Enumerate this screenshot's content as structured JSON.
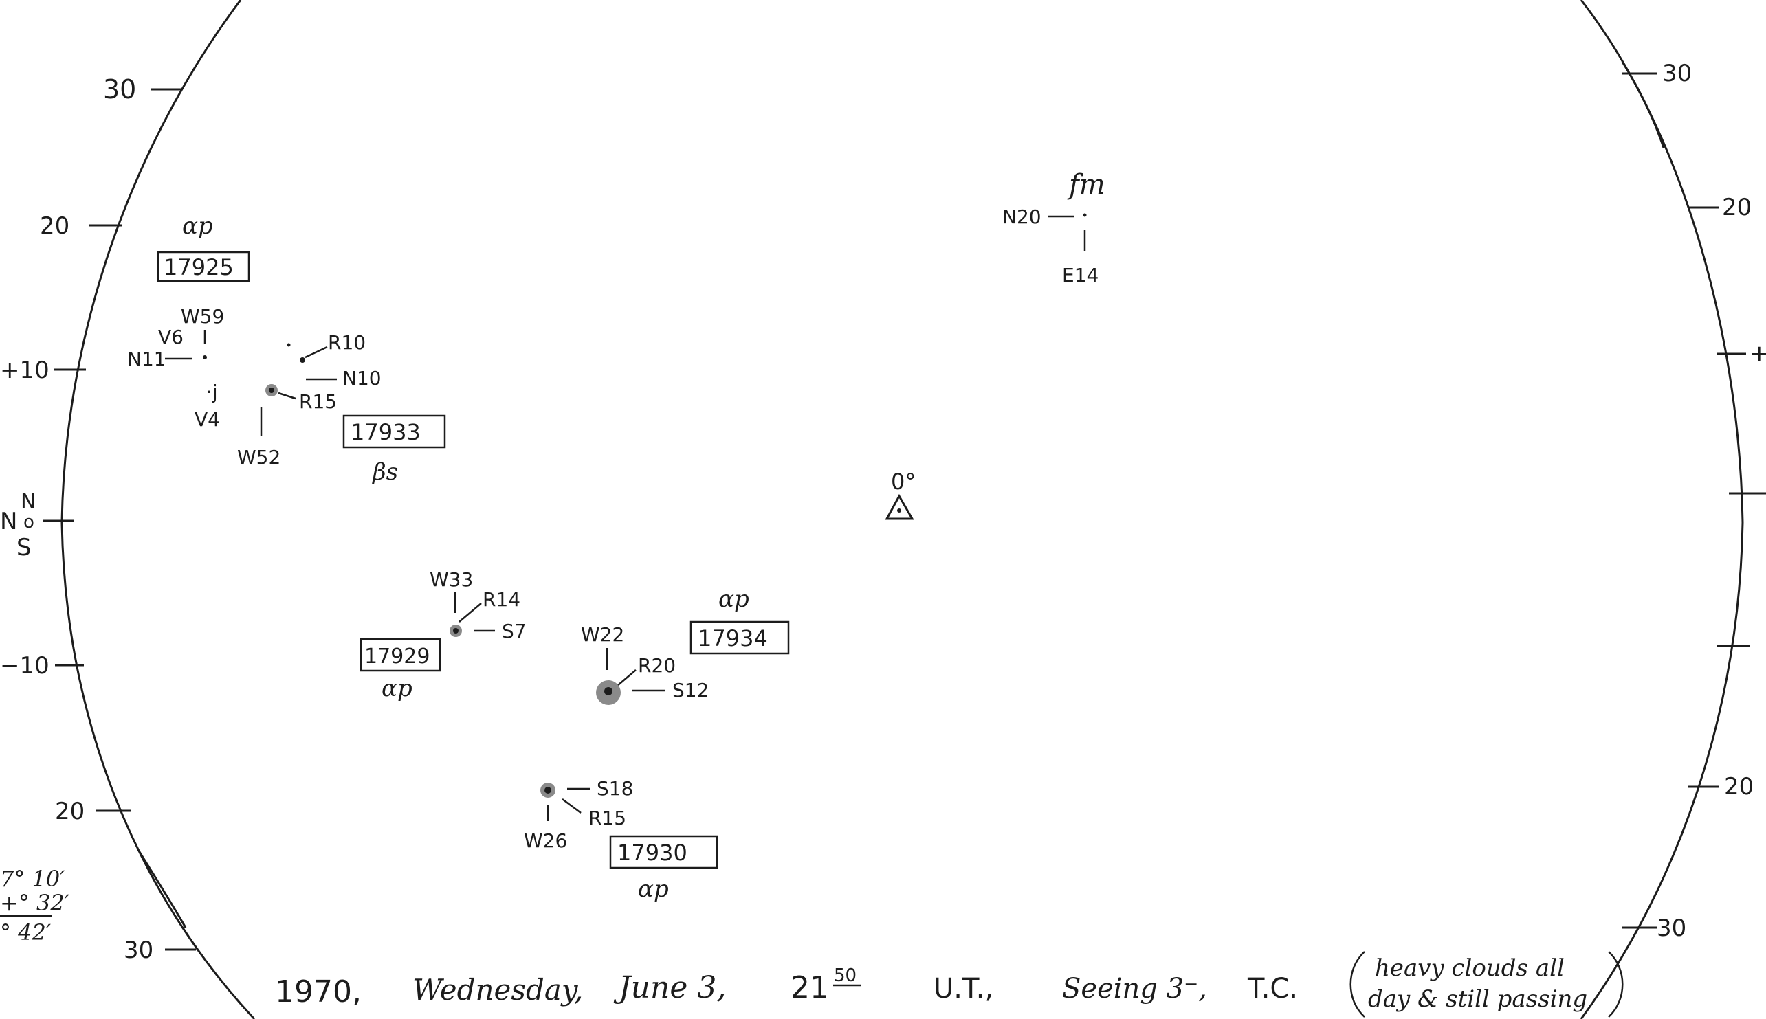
{
  "latitude_scale_left": {
    "ticks": [
      {
        "label": "30",
        "lat": 30
      },
      {
        "label": "20",
        "lat": 20
      },
      {
        "label": "+10",
        "lat": 10
      },
      {
        "label": "−10",
        "lat": -10
      },
      {
        "label": "20",
        "lat": -20
      },
      {
        "label": "30",
        "lat": -30
      }
    ],
    "equator": {
      "left_letter": "N",
      "north_letter": "N",
      "zero": "o",
      "south_letter": "S"
    }
  },
  "latitude_scale_right": {
    "ticks": [
      {
        "label": "30",
        "lat": 30
      },
      {
        "label": "20",
        "lat": 20
      },
      {
        "label": "+",
        "lat": 10
      },
      {
        "label": "",
        "lat": 0
      },
      {
        "label": "",
        "lat": -10
      },
      {
        "label": "20",
        "lat": -20
      },
      {
        "label": "30",
        "lat": -30
      }
    ]
  },
  "center_marker": {
    "label": "0°",
    "symbol": "triangle"
  },
  "regions": [
    {
      "number": "17925",
      "class": "αp",
      "spots": [],
      "annotations": {
        "w": "W59",
        "v_top": "V6",
        "n": "N11",
        "v_bottom": "V4",
        "j": "·j"
      }
    },
    {
      "number": "17933",
      "class": "βs",
      "annotations": {
        "r_top": "R10",
        "n": "N10",
        "r": "R15",
        "w": "W52"
      }
    },
    {
      "number": "17929",
      "class": "αp",
      "annotations": {
        "w": "W33",
        "r": "R14",
        "s": "S7"
      }
    },
    {
      "number": "17934",
      "class": "αp",
      "annotations": {
        "w": "W22",
        "r": "R20",
        "s": "S12"
      }
    },
    {
      "number": "17930",
      "class": "αp",
      "annotations": {
        "s": "S18",
        "r": "R15",
        "w": "W26"
      }
    },
    {
      "number": "",
      "class": "fm",
      "annotations": {
        "n": "N20",
        "e": "E14"
      }
    }
  ],
  "corner_angles": [
    "7° 10′",
    "+° 32′",
    "° 42′"
  ],
  "caption": {
    "year": "1970,",
    "weekday": "Wednesday,",
    "date": "June 3,",
    "time_hour": "21",
    "time_min": "50",
    "time_unit": "U.T.,",
    "seeing": "Seeing 3⁻,",
    "observer": "T.C.",
    "note_line1": "heavy clouds all",
    "note_line2": "day & still passing"
  }
}
